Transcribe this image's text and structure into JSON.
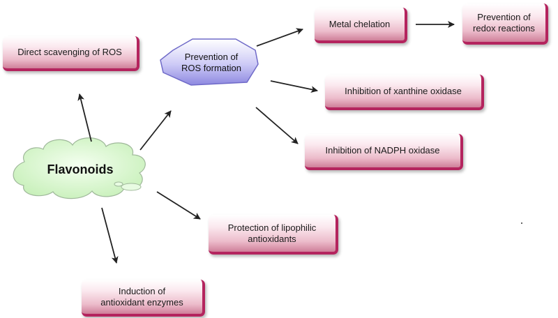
{
  "center": {
    "label": "Flavonoids"
  },
  "hub": {
    "label": "Prevention of\nROS formation"
  },
  "nodes": {
    "direct_scavenging": "Direct scavenging of ROS",
    "metal_chelation": "Metal chelation",
    "prevention_redox": "Prevention of\nredox reactions",
    "inhibition_xanthine": "Inhibition of xanthine oxidase",
    "inhibition_nadph": "Inhibition of NADPH oxidase",
    "protection_lipophilic": "Protection of lipophilic\nantioxidants",
    "induction_enzymes": "Induction of\nantioxidant enzymes"
  },
  "colors": {
    "box_border": "#b4245e",
    "cloud_fill": "#d9f7cf",
    "octagon_fill": "#b6b3ee",
    "arrow": "#222222"
  }
}
